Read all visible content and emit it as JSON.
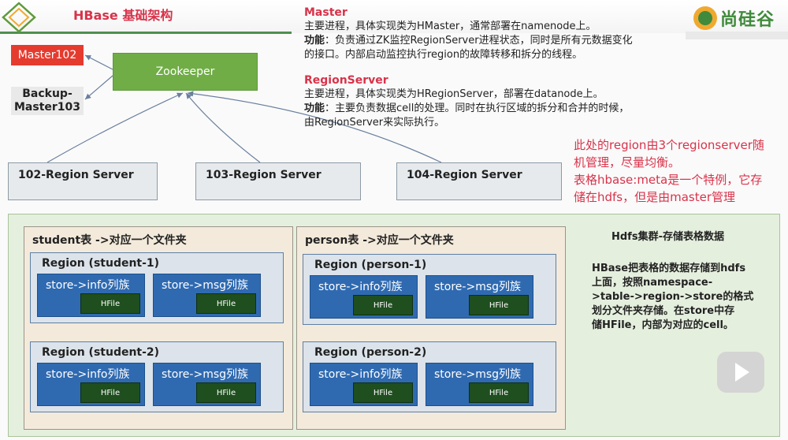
{
  "header": {
    "title": "HBase 基础架构",
    "brand": "尚硅谷"
  },
  "nodes": {
    "master": "Master102",
    "backup": [
      "Backup-",
      "Master103"
    ],
    "zookeeper": "Zookeeper",
    "region_servers": [
      "102-Region Server",
      "103-Region Server",
      "104-Region Server"
    ]
  },
  "info": {
    "master_head": "Master",
    "master_line1": "主要进程，具体实现类为HMaster，通常部署在namenode上。",
    "master_func_label": "功能",
    "master_func_line1": "：负责通过ZK监控RegionServer进程状态，同时是所有元数据变化",
    "master_func_line2": "的接口。内部启动监控执行region的故障转移和拆分的线程。",
    "rs_head": "RegionServer",
    "rs_line1": "主要进程，具体实现类为HRegionServer，部署在datanode上。",
    "rs_func_label": "功能",
    "rs_func_line1": "：主要负责数据cell的处理。同时在执行区域的拆分和合并的时候，",
    "rs_func_line2": "由RegionServer来实际执行。"
  },
  "note": {
    "line1": "此处的region由3个regionserver随",
    "line2": "机管理，尽量均衡。",
    "line3": "表格hbase:meta是一个特例，它存",
    "line4": "储在hdfs，但是由master管理"
  },
  "tables": [
    {
      "title": "student表 ->对应一个文件夹",
      "regions": [
        {
          "title": "Region (student-1)",
          "stores": [
            {
              "label": "store->info列族",
              "hfile": "HFile"
            },
            {
              "label": "store->msg列族",
              "hfile": "HFile"
            }
          ]
        },
        {
          "title": "Region (student-2)",
          "stores": [
            {
              "label": "store->info列族",
              "hfile": "HFile"
            },
            {
              "label": "store->msg列族",
              "hfile": "HFile"
            }
          ]
        }
      ]
    },
    {
      "title": "person表 ->对应一个文件夹",
      "regions": [
        {
          "title": "Region (person-1)",
          "stores": [
            {
              "label": "store->info列族",
              "hfile": "HFile"
            },
            {
              "label": "store->msg列族",
              "hfile": "HFile"
            }
          ]
        },
        {
          "title": "Region (person-2)",
          "stores": [
            {
              "label": "store->info列族",
              "hfile": "HFile"
            },
            {
              "label": "store->msg列族",
              "hfile": "HFile"
            }
          ]
        }
      ]
    }
  ],
  "hdfs": {
    "title": "Hdfs集群-存储表格数据",
    "desc": [
      "HBase把表格的数据存储到hdfs",
      "上面，按照namespace-",
      ">table->region->store的格式",
      "划分文件夹存储。在store中存",
      "储HFile，内部为对应的cell。"
    ]
  },
  "colors": {
    "title_red": "#d8334a",
    "zookeeper_green": "#70ad47",
    "master_red": "#e53b2f",
    "store_blue": "#2f6ab1",
    "hfile_green": "#1f4e1f"
  },
  "icons": [
    "logo-diamond-icon",
    "brand-logo-icon",
    "play-button-icon"
  ]
}
